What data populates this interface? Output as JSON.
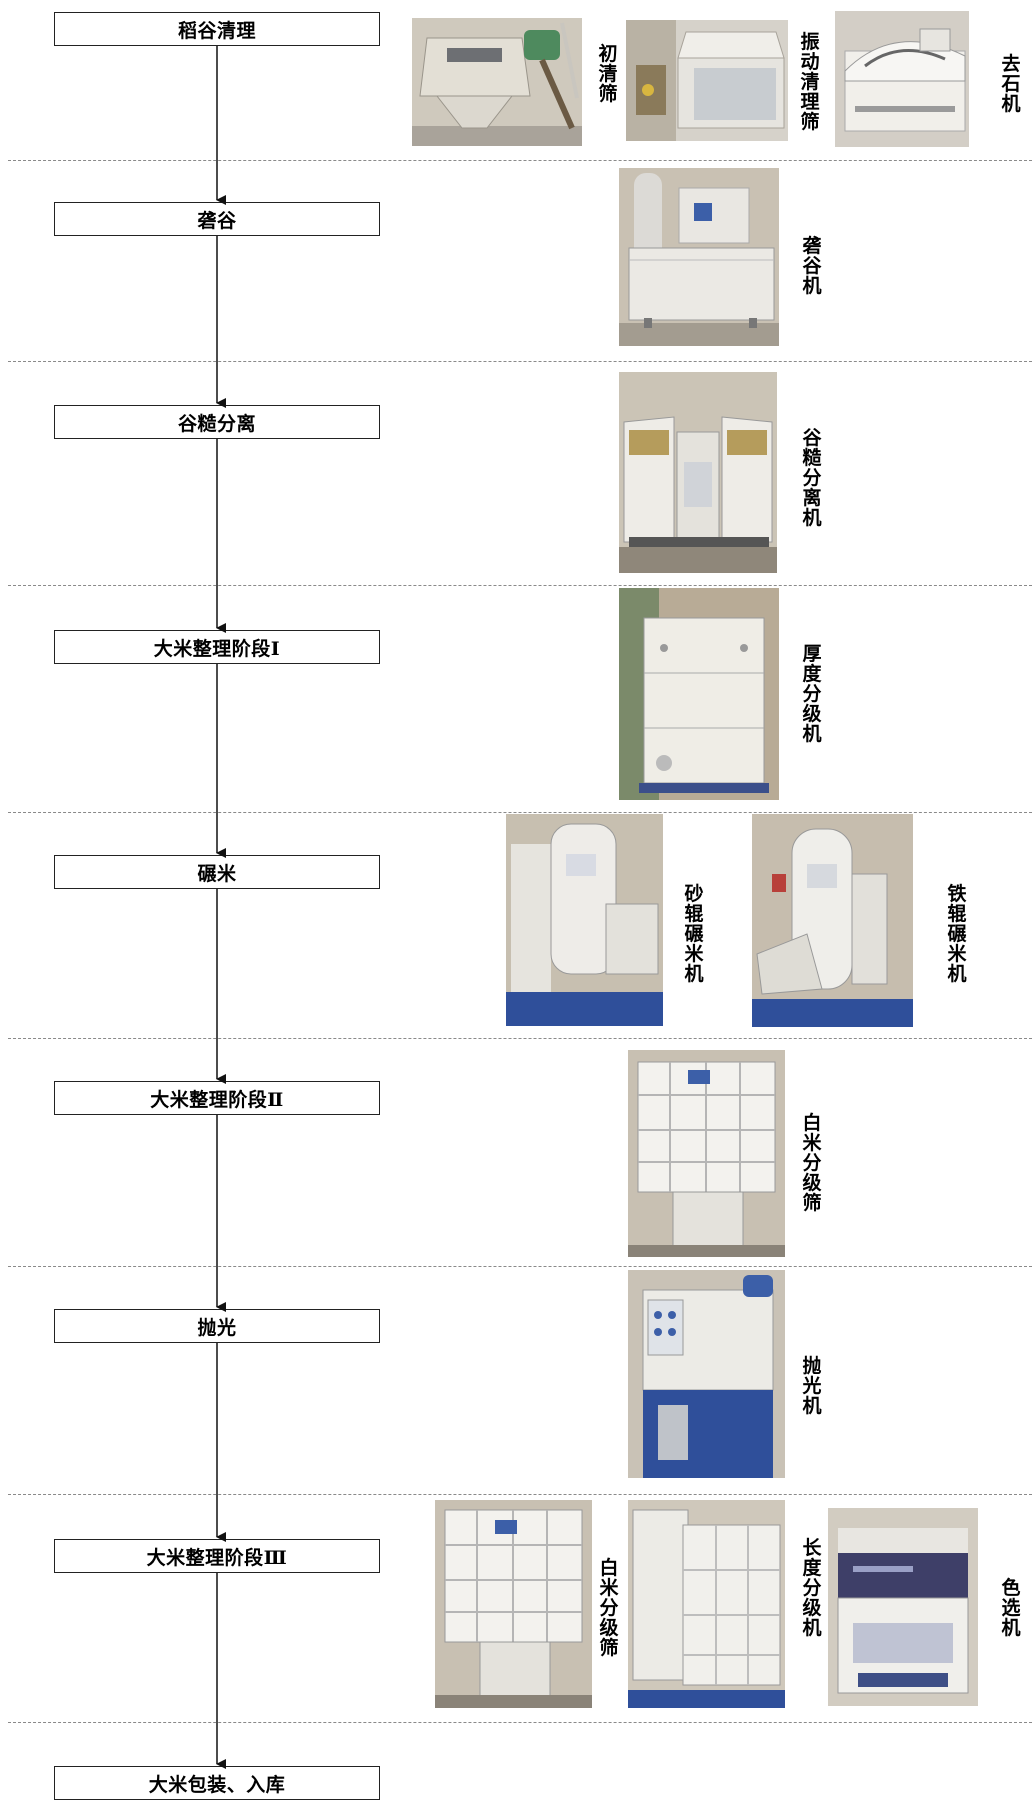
{
  "stages": [
    {
      "label": "稻谷清理"
    },
    {
      "label": "砻谷"
    },
    {
      "label": "谷糙分离"
    },
    {
      "label": "大米整理阶段Ⅰ"
    },
    {
      "label": "碾米"
    },
    {
      "label": "大米整理阶段Ⅱ"
    },
    {
      "label": "抛光"
    },
    {
      "label": "大米整理阶段Ⅲ"
    },
    {
      "label": "大米包装、入库"
    }
  ],
  "machines": [
    {
      "label": "初清筛"
    },
    {
      "label": "振动清理筛"
    },
    {
      "label": "去石机"
    },
    {
      "label": "砻谷机"
    },
    {
      "label": "谷糙分离机"
    },
    {
      "label": "厚度分级机"
    },
    {
      "label": "砂辊碾米机"
    },
    {
      "label": "铁辊碾米机"
    },
    {
      "label": "白米分级筛"
    },
    {
      "label": "抛光机"
    },
    {
      "label": "白米分级筛"
    },
    {
      "label": "长度分级机"
    },
    {
      "label": "色选机"
    }
  ],
  "colors": {
    "box_border": "#222222",
    "separator": "#8a8a8a",
    "machine_white": "#eeece6",
    "machine_blue": "#2f4f9a",
    "floor": "#a9a39a"
  }
}
